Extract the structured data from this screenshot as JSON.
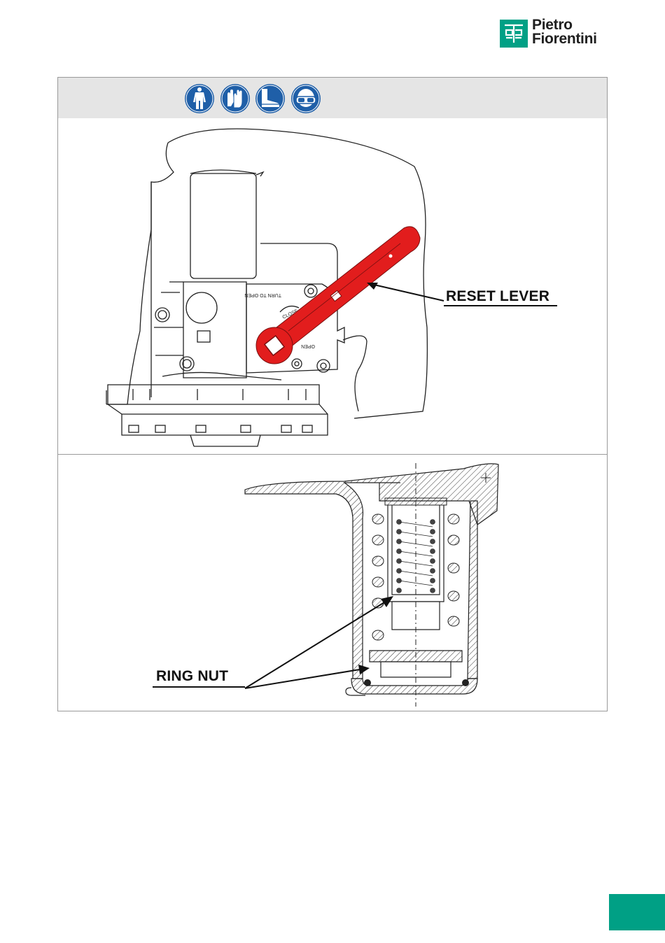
{
  "brand": {
    "name_line1": "Pietro",
    "name_line2": "Fiorentini",
    "mark_color": "#00a085"
  },
  "ppe_icons": [
    "protective-suit-icon",
    "gloves-icon",
    "safety-boots-icon",
    "safety-goggles-icon"
  ],
  "ppe_icon_color": "#1f5fa8",
  "top_figure": {
    "callout": "RESET LEVER",
    "plate_text_1": "TURN TO OPEN",
    "plate_text_2": "OPEN",
    "plate_text_3": "CLOSE",
    "highlight_color": "#e21d1d"
  },
  "bottom_figure": {
    "callout": "RING NUT"
  },
  "page_tab_color": "#00a085"
}
